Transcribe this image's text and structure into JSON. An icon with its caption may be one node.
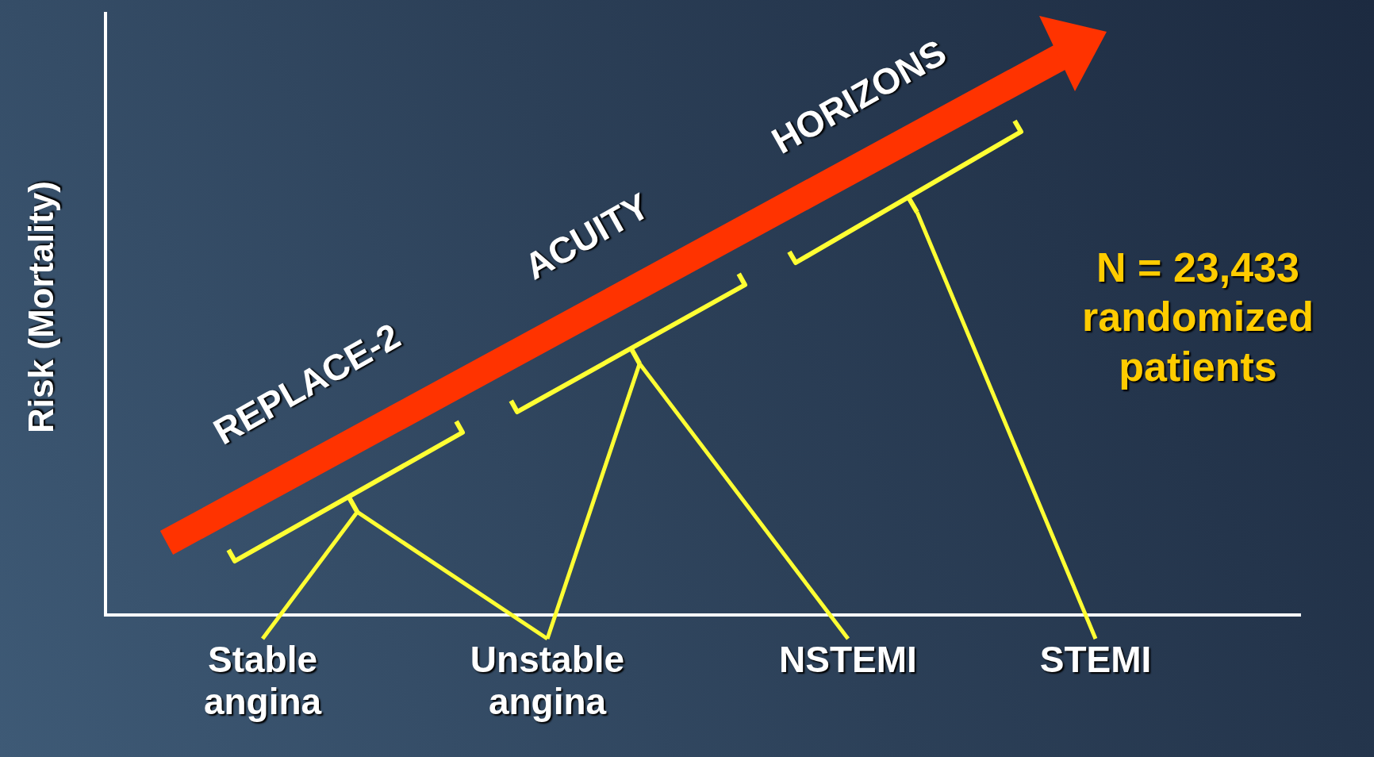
{
  "diagram": {
    "nodes": [
      {
        "text": [],
        "shape": "bracket"
      },
      {
        "text": [],
        "shape": "bracket"
      },
      {
        "text": [],
        "shape": "bracket"
      },
      {
        "text": [
          "Stable angina"
        ]
      },
      {
        "text": [
          "Unstable angina"
        ]
      },
      {
        "text": [
          "NSTEMI"
        ]
      },
      {
        "text": [
          "STEMI"
        ]
      }
    ],
    "edges": [
      {
        "from": 0,
        "to": 3,
        "arrow": "none"
      },
      {
        "from": 0,
        "to": 4,
        "arrow": "none"
      },
      {
        "from": 1,
        "to": 4,
        "arrow": "none"
      },
      {
        "from": 1,
        "to": 5,
        "arrow": "none"
      },
      {
        "from": 2,
        "to": 6,
        "arrow": "none"
      }
    ],
    "labels": [
      "Risk (Mortality)",
      "REPLACE-2",
      "ACUITY",
      "HORIZONS",
      "N = 23,433 randomized patients"
    ]
  }
}
